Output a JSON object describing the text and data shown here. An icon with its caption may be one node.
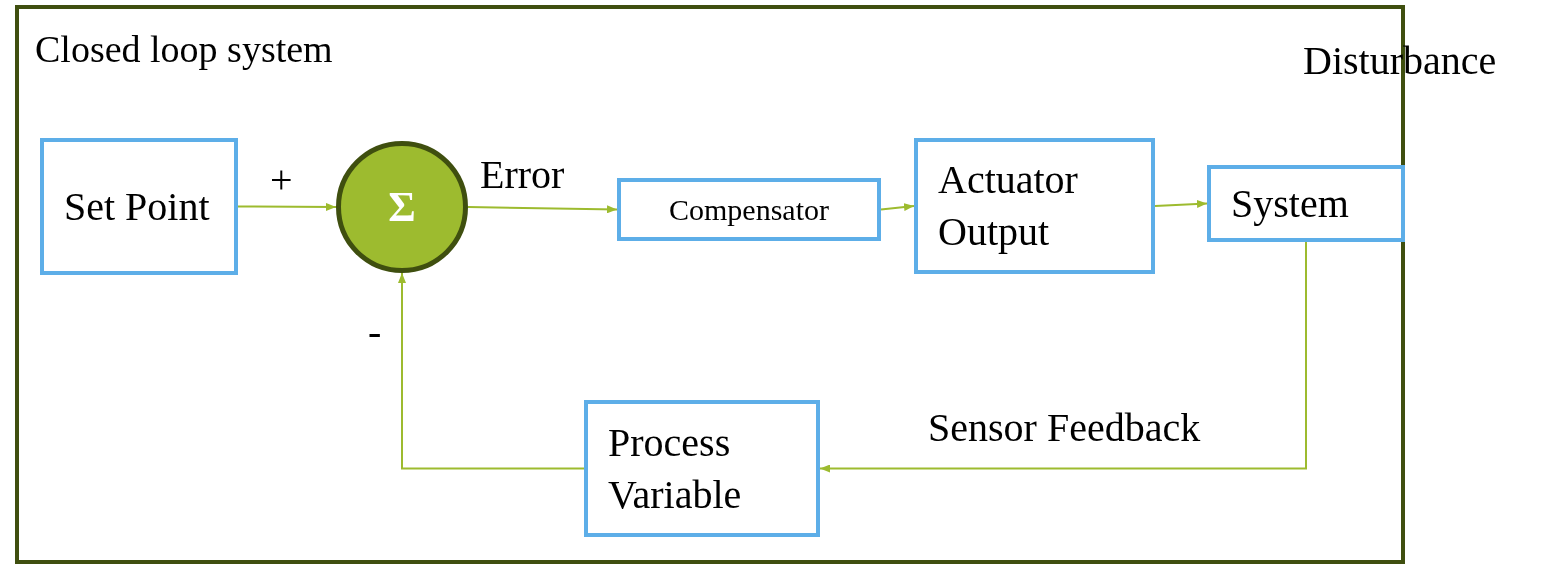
{
  "diagram": {
    "nodes": [
      {
        "text": [
          "Closed loop system"
        ]
      },
      {
        "text": [
          "Set Point"
        ],
        "in": 0
      },
      {
        "text": [
          "Σ"
        ],
        "in": 0
      },
      {
        "text": [
          "Compensator"
        ],
        "in": 0
      },
      {
        "text": [
          "Actuator Output"
        ],
        "in": 0
      },
      {
        "text": [
          "System"
        ],
        "in": 0
      },
      {
        "text": [
          "Process Variable"
        ],
        "in": 0
      }
    ],
    "edges": [
      {
        "from": 1,
        "to": 2,
        "arrow": "to",
        "label": "+"
      },
      {
        "from": 2,
        "to": 3,
        "arrow": "to",
        "label": "Error"
      },
      {
        "from": 3,
        "to": 4,
        "arrow": "to"
      },
      {
        "from": 4,
        "to": 5,
        "arrow": "to"
      },
      {
        "from": 5,
        "to": 6,
        "arrow": "to",
        "label": "Sensor Feedback"
      },
      {
        "from": 6,
        "to": 2,
        "arrow": "to",
        "label": "-"
      }
    ],
    "labels": [
      "Disturbance"
    ]
  }
}
